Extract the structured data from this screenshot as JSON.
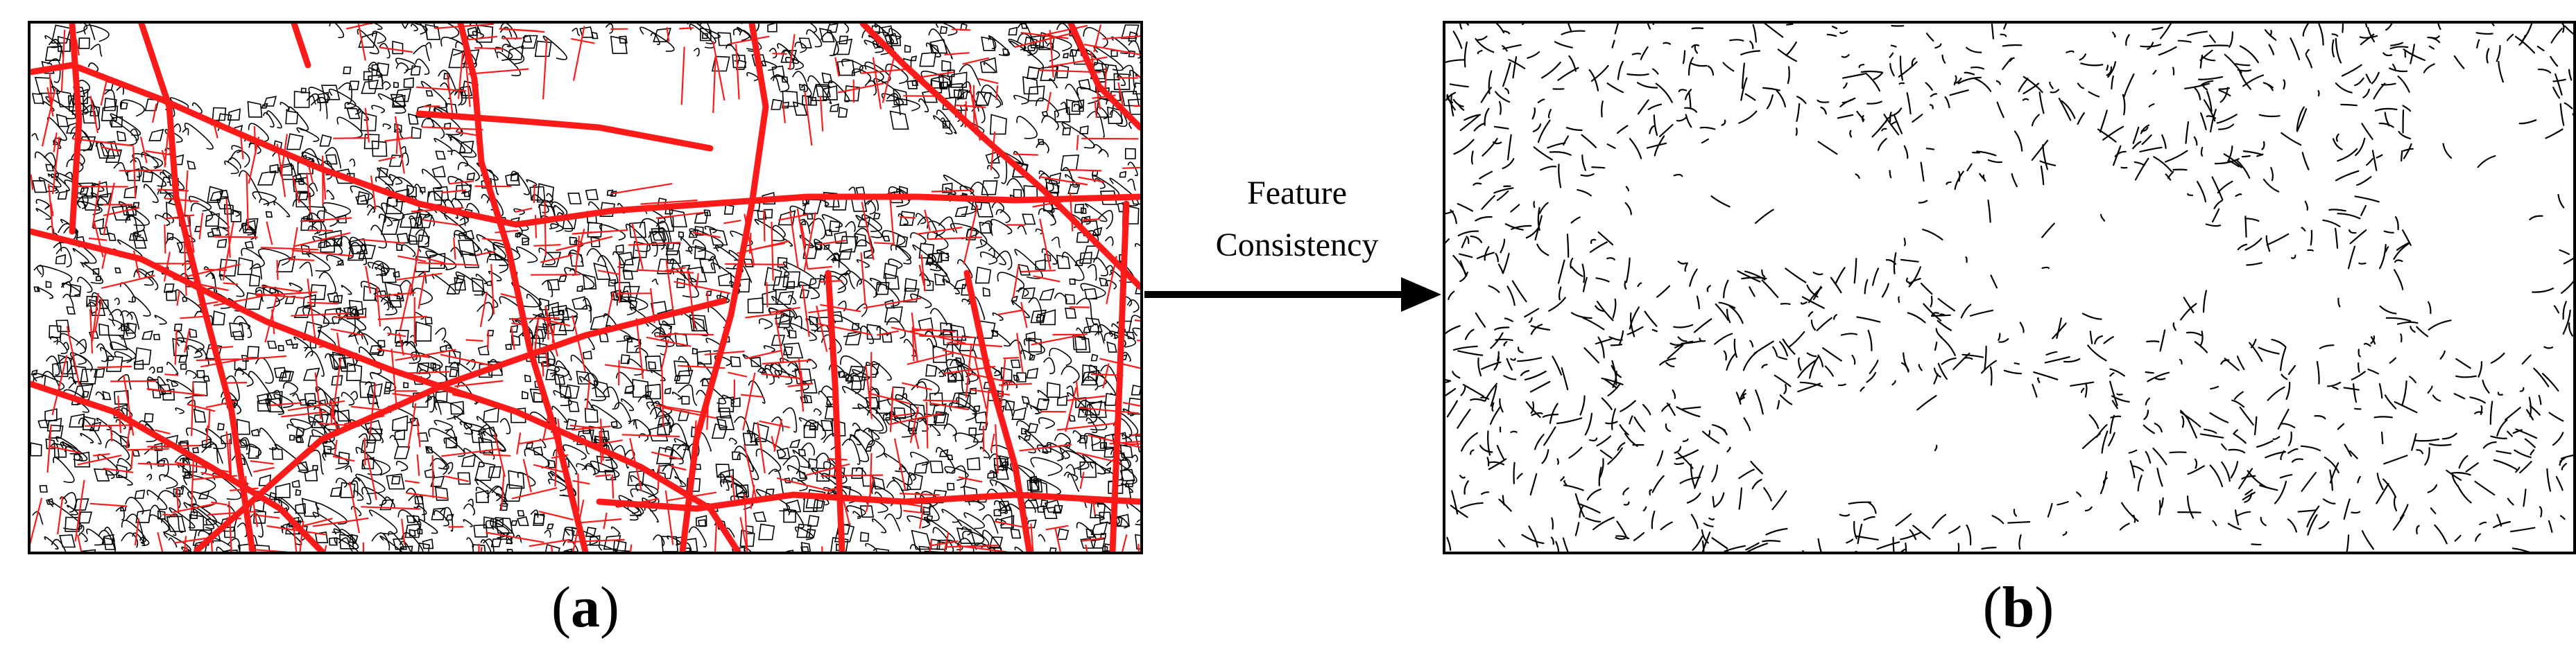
{
  "panel_a": {
    "caption_open": "(",
    "caption_letter": "a",
    "caption_close": ")",
    "line_colors": {
      "primary": "#ff1a1a",
      "secondary": "#000000"
    }
  },
  "panel_b": {
    "caption_open": "(",
    "caption_letter": "b",
    "caption_close": ")",
    "line_color": "#000000"
  },
  "arrow": {
    "label_line1": "Feature",
    "label_line2": "Consistency"
  }
}
